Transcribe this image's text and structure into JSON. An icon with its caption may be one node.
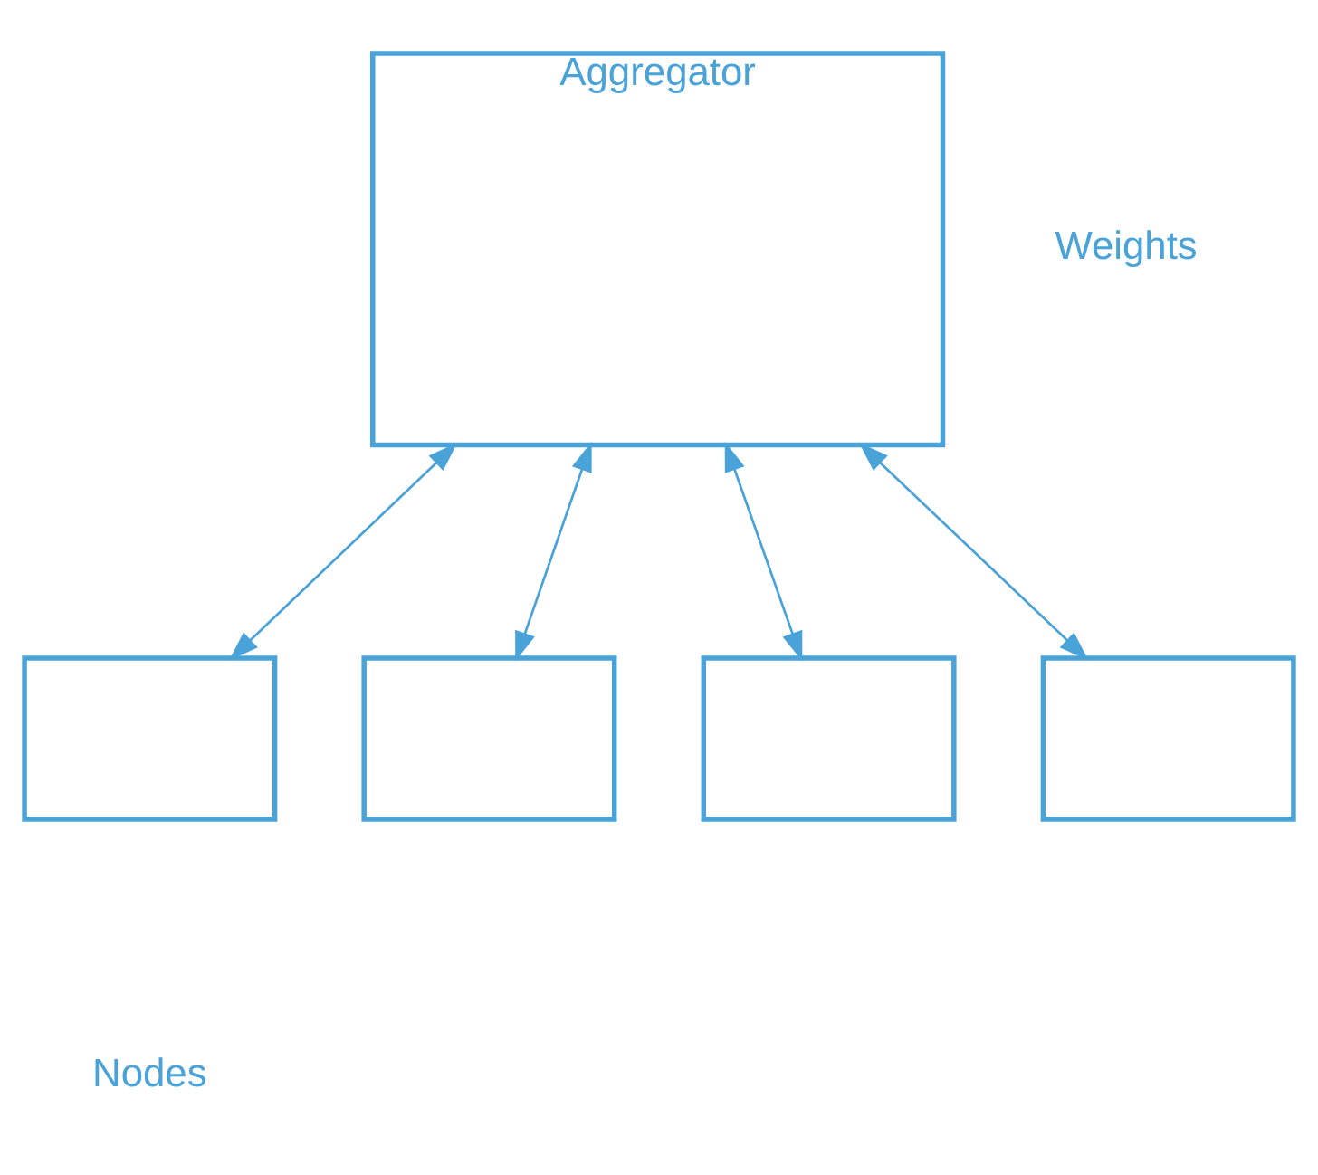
{
  "diagram": {
    "nodes": [
      {
        "text": [
          "Aggregator"
        ]
      },
      {
        "text": [],
        "shape": "box"
      },
      {
        "text": [],
        "shape": "box"
      },
      {
        "text": [],
        "shape": "box"
      },
      {
        "text": [],
        "shape": "box"
      }
    ],
    "edges": [
      {
        "from": 0,
        "to": 1,
        "arrow": "both"
      },
      {
        "from": 0,
        "to": 2,
        "arrow": "both"
      },
      {
        "from": 0,
        "to": 3,
        "arrow": "both"
      },
      {
        "from": 0,
        "to": 4,
        "arrow": "both"
      }
    ],
    "labels": [
      "Weights",
      "Nodes"
    ]
  }
}
